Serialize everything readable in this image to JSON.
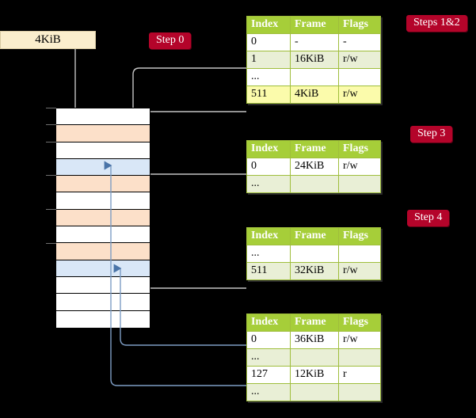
{
  "source_box": {
    "label": "4KiB"
  },
  "badges": {
    "step0": "Step 0",
    "steps12": "Steps 1&2",
    "step3": "Step 3",
    "step4": "Step 4"
  },
  "columns": {
    "index": "Index",
    "frame": "Frame",
    "flags": "Flags"
  },
  "tables": [
    {
      "id": "table1",
      "rows": [
        {
          "index": "0",
          "frame": "-",
          "flags": "-",
          "alt": false,
          "hl": false
        },
        {
          "index": "1",
          "frame": "16KiB",
          "flags": "r/w",
          "alt": true,
          "hl": false
        },
        {
          "index": "...",
          "frame": "",
          "flags": "",
          "alt": false,
          "hl": false
        },
        {
          "index": "511",
          "frame": "4KiB",
          "flags": "r/w",
          "alt": true,
          "hl": true
        }
      ]
    },
    {
      "id": "table2",
      "rows": [
        {
          "index": "0",
          "frame": "24KiB",
          "flags": "r/w",
          "alt": false,
          "hl": false
        },
        {
          "index": "...",
          "frame": "",
          "flags": "",
          "alt": true,
          "hl": false
        }
      ]
    },
    {
      "id": "table3",
      "rows": [
        {
          "index": "...",
          "frame": "",
          "flags": "",
          "alt": false,
          "hl": false
        },
        {
          "index": "511",
          "frame": "32KiB",
          "flags": "r/w",
          "alt": true,
          "hl": false
        }
      ]
    },
    {
      "id": "table4",
      "rows": [
        {
          "index": "0",
          "frame": "36KiB",
          "flags": "r/w",
          "alt": false,
          "hl": false
        },
        {
          "index": "...",
          "frame": "",
          "flags": "",
          "alt": true,
          "hl": false
        },
        {
          "index": "127",
          "frame": "12KiB",
          "flags": "r",
          "alt": false,
          "hl": false
        },
        {
          "index": "...",
          "frame": "",
          "flags": "",
          "alt": true,
          "hl": false
        }
      ]
    }
  ],
  "memory_grid": {
    "rows": [
      {
        "fill": "white"
      },
      {
        "fill": "orange"
      },
      {
        "fill": "white"
      },
      {
        "fill": "blue"
      },
      {
        "fill": "orange"
      },
      {
        "fill": "white"
      },
      {
        "fill": "orange"
      },
      {
        "fill": "white"
      },
      {
        "fill": "orange"
      },
      {
        "fill": "blue"
      },
      {
        "fill": "white"
      },
      {
        "fill": "white"
      },
      {
        "fill": "white"
      }
    ]
  },
  "colors": {
    "background": "#000000",
    "badge": "#b4042a",
    "table_header": "#a6ce39",
    "table_alt_row": "#e9efd6",
    "highlight": "#fbfbab",
    "frame_orange": "#fce0c9",
    "frame_blue": "#d9e7f7",
    "source_box": "#fbeecd",
    "wire_gray": "#b8b8b8",
    "wire_blue": "#7d9dc4"
  }
}
